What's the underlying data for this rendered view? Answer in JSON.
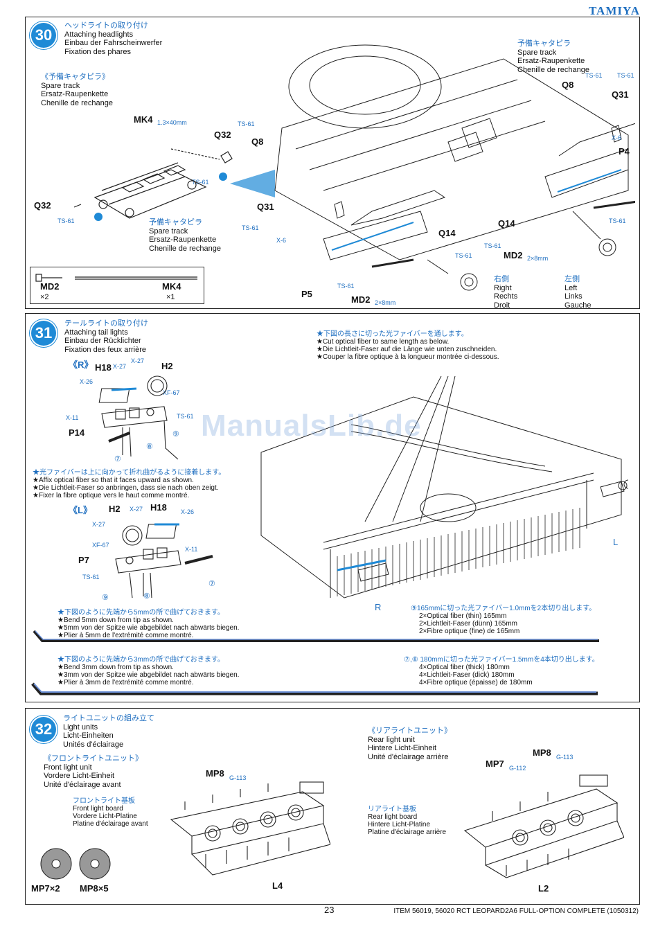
{
  "brand": "TAMIYA",
  "watermark": "ManualsLib.de",
  "page_number": "23",
  "footer": "ITEM 56019, 56020 RCT LEOPARD2A6 FULL-OPTION COMPLETE (1050312)",
  "step30": {
    "number": "30",
    "title_jp": "ヘッドライトの取り付け",
    "title_en": "Attaching headlights",
    "title_de": "Einbau der Fahrscheinwerfer",
    "title_fr": "Fixation des phares",
    "spare_jp": "《予備キャタピラ》",
    "spare_en": "Spare track",
    "spare_de": "Ersatz-Raupenkette",
    "spare_fr": "Chenille de rechange",
    "spare2_jp": "予備キャタピラ",
    "spare3_jp": "予備キャタピラ",
    "labels": {
      "mk4": "MK4",
      "mk4_size": "1.3×40mm",
      "q32a": "Q32",
      "q32b": "Q32",
      "ts61": "TS-61",
      "q8a": "Q8",
      "q8b": "Q8",
      "q31a": "Q31",
      "q31b": "Q31",
      "x6": "X-6",
      "p4": "P4",
      "q14a": "Q14",
      "q14b": "Q14",
      "md2": "MD2",
      "md2_size": "2×8mm",
      "p5": "P5",
      "right_jp": "右側",
      "right_en": "Right",
      "right_de": "Rechts",
      "right_fr": "Droit",
      "left_jp": "左側",
      "left_en": "Left",
      "left_de": "Links",
      "left_fr": "Gauche"
    },
    "legend": {
      "a": "MD2",
      "a_qty": "×2",
      "b": "MK4",
      "b_qty": "×1"
    }
  },
  "step31": {
    "number": "31",
    "title_jp": "テールライトの取り付け",
    "title_en": "Attaching tail lights",
    "title_de": "Einbau der Rücklichter",
    "title_fr": "Fixation des feux arrière",
    "cut_notes": [
      "★下図の長さに切った光ファイバーを通します。",
      "★Cut optical fiber to same length as below.",
      "★Die Lichtleit-Faser auf die Länge wie unten zuschneiden.",
      "★Couper la fibre optique à la longueur montrée ci-dessous."
    ],
    "right_label": "《R》",
    "left_label": "《L》",
    "parts": {
      "h18": "H18",
      "h2": "H2",
      "x27": "X-27",
      "x26": "X-26",
      "xf67": "XF-67",
      "x11": "X-11",
      "ts61": "TS-61",
      "p14": "P14",
      "p7": "P7",
      "n7": "⑦",
      "n8": "⑧",
      "n9": "⑨"
    },
    "affix_notes": [
      "★光ファイバーは上に向かって折れ曲がるように接着します。",
      "★Affix optical fiber so that it faces upward as shown.",
      "★Die Lichtleit-Faser so anbringen, dass sie nach oben zeigt.",
      "★Fixer la fibre optique vers le haut comme montré."
    ],
    "bend5_notes": [
      "★下図のように先端から5mmの所で曲げておきます。",
      "★Bend 5mm down from tip as shown.",
      "★5mm von der Spitze wie abgebildet nach abwärts biegen.",
      "★Plier à 5mm de l'extrémité comme montré."
    ],
    "bend3_notes": [
      "★下図のように先端から3mmの所で曲げておきます。",
      "★Bend 3mm down from tip as shown.",
      "★3mm von der Spitze wie abgebildet nach abwärts biegen.",
      "★Plier à 3mm de l'extrémité comme montré."
    ],
    "fiber9": [
      "⑨165mmに切った光ファイバー1.0mmを2本切り出します。",
      "2×Optical fiber (thin) 165mm",
      "2×Lichtleit-Faser (dünn) 165mm",
      "2×Fibre optique (fine) de 165mm"
    ],
    "fiber78": [
      "⑦,⑧ 180mmに切った光ファイバー1.5mmを4本切り出します。",
      "4×Optical fiber (thick) 180mm",
      "4×Lichtleit-Faser (dick) 180mm",
      "4×Fibre optique (épaisse) de 180mm"
    ],
    "r": "R",
    "l": "L"
  },
  "step32": {
    "number": "32",
    "title_jp": "ライトユニットの組み立て",
    "title_en": "Light units",
    "title_de": "Licht-Einheiten",
    "title_fr": "Unités d'éclairage",
    "front_jp": "《フロントライトユニット》",
    "front_en": "Front light unit",
    "front_de": "Vordere Licht-Einheit",
    "front_fr": "Unité d'éclairage avant",
    "front_board_jp": "フロントライト基板",
    "front_board_en": "Front light board",
    "front_board_de": "Vordere Licht-Platine",
    "front_board_fr": "Platine d'éclairage avant",
    "rear_jp": "《リアライトユニット》",
    "rear_en": "Rear light unit",
    "rear_de": "Hintere Licht-Einheit",
    "rear_fr": "Unité d'éclairage arrière",
    "rear_board_jp": "リアライト基板",
    "rear_board_en": "Rear light board",
    "rear_board_de": "Hintere Licht-Platine",
    "rear_board_fr": "Platine d'éclairage arrière",
    "mp8": "MP8",
    "mp8_code": "G-113",
    "mp7": "MP7",
    "mp7_code": "G-112",
    "l4": "L4",
    "l2": "L2",
    "legend_mp7": "MP7×2",
    "legend_mp8": "MP8×5"
  }
}
